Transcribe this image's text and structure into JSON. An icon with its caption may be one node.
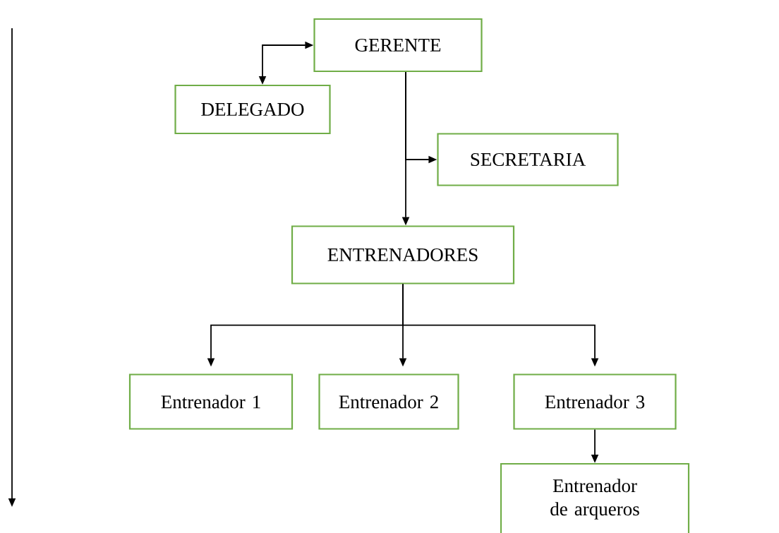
{
  "diagram": {
    "nodes": [
      {
        "text": [
          "GERENTE"
        ]
      },
      {
        "text": [
          "DELEGADO"
        ]
      },
      {
        "text": [
          "SECRETARIA"
        ]
      },
      {
        "text": [
          "ENTRENADORES"
        ]
      },
      {
        "text": [
          "Entrenador 1"
        ]
      },
      {
        "text": [
          "Entrenador 2"
        ]
      },
      {
        "text": [
          "Entrenador 3"
        ]
      },
      {
        "text": [
          "Entrenador de arqueros"
        ]
      }
    ],
    "edges": [
      {
        "from": 0,
        "to": 1,
        "arrow": "both"
      },
      {
        "from": 0,
        "to": 2,
        "arrow": "to"
      },
      {
        "from": 0,
        "to": 3,
        "arrow": "to"
      },
      {
        "from": 3,
        "to": 4,
        "arrow": "to"
      },
      {
        "from": 3,
        "to": 5,
        "arrow": "to"
      },
      {
        "from": 3,
        "to": 6,
        "arrow": "to"
      },
      {
        "from": 6,
        "to": 7,
        "arrow": "to"
      }
    ]
  }
}
